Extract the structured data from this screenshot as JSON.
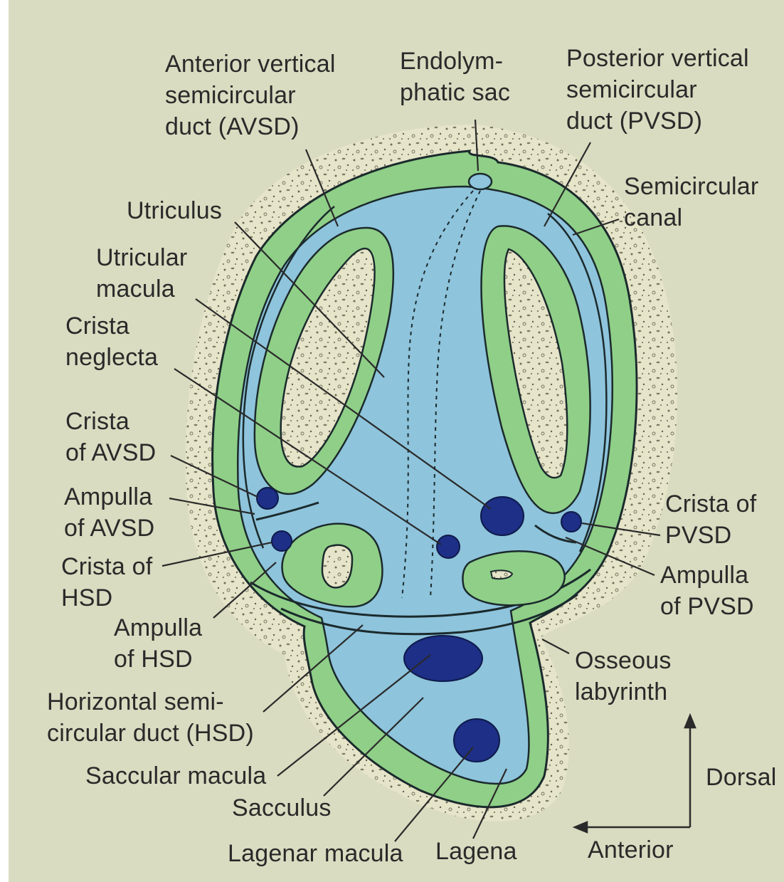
{
  "labels": {
    "avsd": "Anterior vertical\nsemicircular\nduct (AVSD)",
    "endolymphatic_sac": "Endolym-\nphatic sac",
    "pvsd": "Posterior vertical\nsemicircular\nduct (PVSD)",
    "semicircular_canal": "Semicircular\ncanal",
    "utriculus": "Utriculus",
    "utricular_macula": "Utricular\nmacula",
    "crista_neglecta": "Crista\nneglecta",
    "crista_avsd": "Crista\nof AVSD",
    "ampulla_avsd": "Ampulla\nof AVSD",
    "crista_pvsd": "Crista of\nPVSD",
    "crista_hsd": "Crista of\nHSD",
    "ampulla_pvsd": "Ampulla\nof PVSD",
    "ampulla_hsd": "Ampulla\nof HSD",
    "osseous_labyrinth": "Osseous\nlabyrinth",
    "hsd": "Horizontal semi-\ncircular duct (HSD)",
    "saccular_macula": "Saccular macula",
    "sacculus": "Sacculus",
    "lagenar_macula": "Lagenar macula",
    "lagena": "Lagena",
    "dorsal": "Dorsal",
    "anterior": "Anterior"
  },
  "colors": {
    "background": "#d9dcc0",
    "bone": "#e6e4c9",
    "membrane_green": "#8fcf88",
    "endolymph_blue": "#8ec4dc",
    "sensory_navy": "#1d2f86",
    "outline": "#1b2a2c",
    "label_text": "#2a2a2a"
  }
}
